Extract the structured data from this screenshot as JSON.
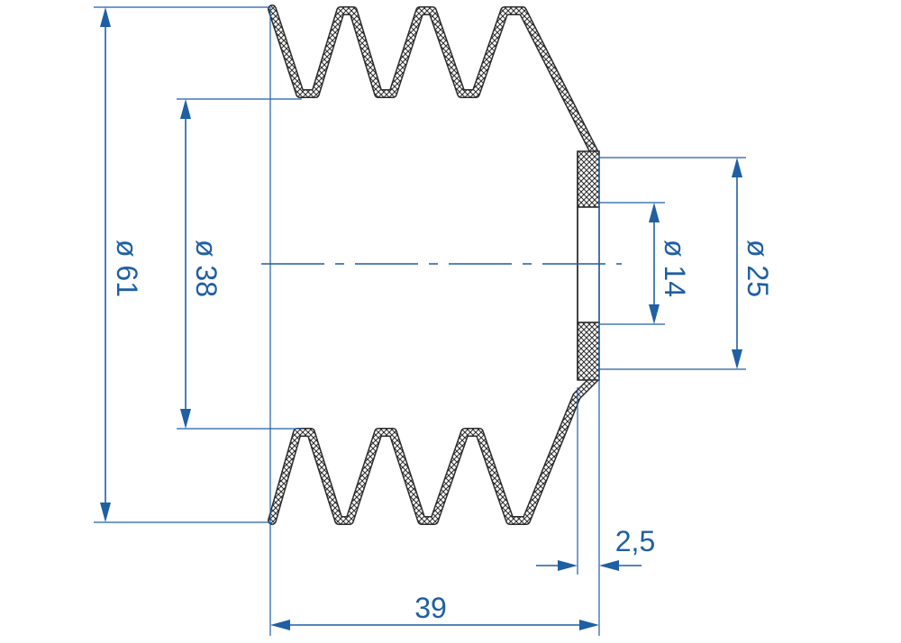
{
  "drawing": {
    "dimensions": {
      "outer_diameter": "ø 61",
      "inner_diameter": "ø 38",
      "end_outer_diameter": "ø 25",
      "end_hole_diameter": "ø 14",
      "overall_length": "39",
      "wall_thickness": "2,5"
    },
    "colors": {
      "dimension": "#1f5fa3",
      "part_outline": "#2a2a2a"
    }
  }
}
